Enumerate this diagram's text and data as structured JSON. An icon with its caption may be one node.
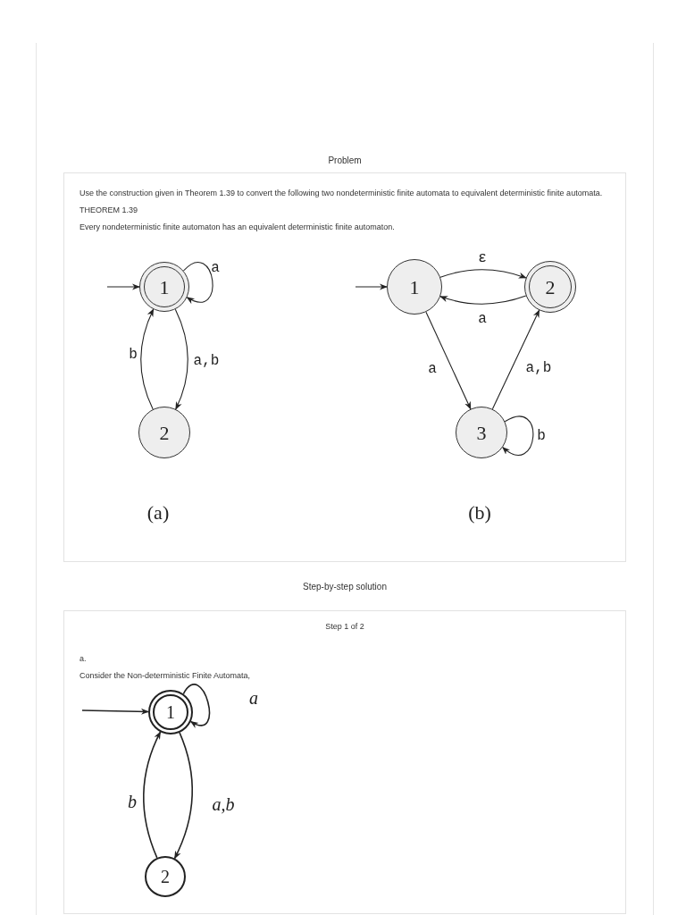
{
  "diagram": {
    "nodes": [
      {
        "text": [
          "Problem",
          "Use the construction given in Theorem 1.39 to convert the following two nondeterministic finite automata to equivalent deterministic finite automata.",
          "THEOREM 1.39",
          "Every nondeterministic finite automaton has an equivalent deterministic finite automaton."
        ]
      },
      {
        "text": [
          "1"
        ],
        "in": 0
      },
      {
        "text": [
          "2"
        ],
        "in": 0
      },
      {
        "text": [
          "1"
        ],
        "in": 0
      },
      {
        "text": [
          "2"
        ],
        "in": 0
      },
      {
        "text": [
          "3"
        ],
        "in": 0
      },
      {
        "text": [
          "Step-by-step solution",
          "Step 1 of 2",
          "a.",
          "Consider the Non-deterministic Finite Automata,"
        ]
      },
      {
        "text": [
          "1"
        ],
        "in": 6
      },
      {
        "text": [
          "2"
        ],
        "in": 6
      }
    ],
    "edges": [
      {
        "from": null,
        "to": 1,
        "arrow": "to"
      },
      {
        "from": 1,
        "to": 1,
        "arrow": "to",
        "label": "a"
      },
      {
        "from": 1,
        "to": 2,
        "arrow": "to",
        "label": "a,b"
      },
      {
        "from": 2,
        "to": 1,
        "arrow": "to",
        "label": "b"
      },
      {
        "from": null,
        "to": 3,
        "arrow": "to"
      },
      {
        "from": 3,
        "to": 4,
        "arrow": "to",
        "label": "ε"
      },
      {
        "from": 4,
        "to": 3,
        "arrow": "to",
        "label": "a"
      },
      {
        "from": 3,
        "to": 5,
        "arrow": "to",
        "label": "a"
      },
      {
        "from": 5,
        "to": 4,
        "arrow": "to",
        "label": "a,b"
      },
      {
        "from": 5,
        "to": 5,
        "arrow": "to",
        "label": "b"
      },
      {
        "from": null,
        "to": 7,
        "arrow": "to"
      },
      {
        "from": 7,
        "to": 7,
        "arrow": "to",
        "label": "a"
      },
      {
        "from": 7,
        "to": 8,
        "arrow": "to",
        "label": "a,b"
      },
      {
        "from": 8,
        "to": 7,
        "arrow": "to",
        "label": "b"
      }
    ],
    "labels": [
      "(a)",
      "(b)"
    ]
  }
}
